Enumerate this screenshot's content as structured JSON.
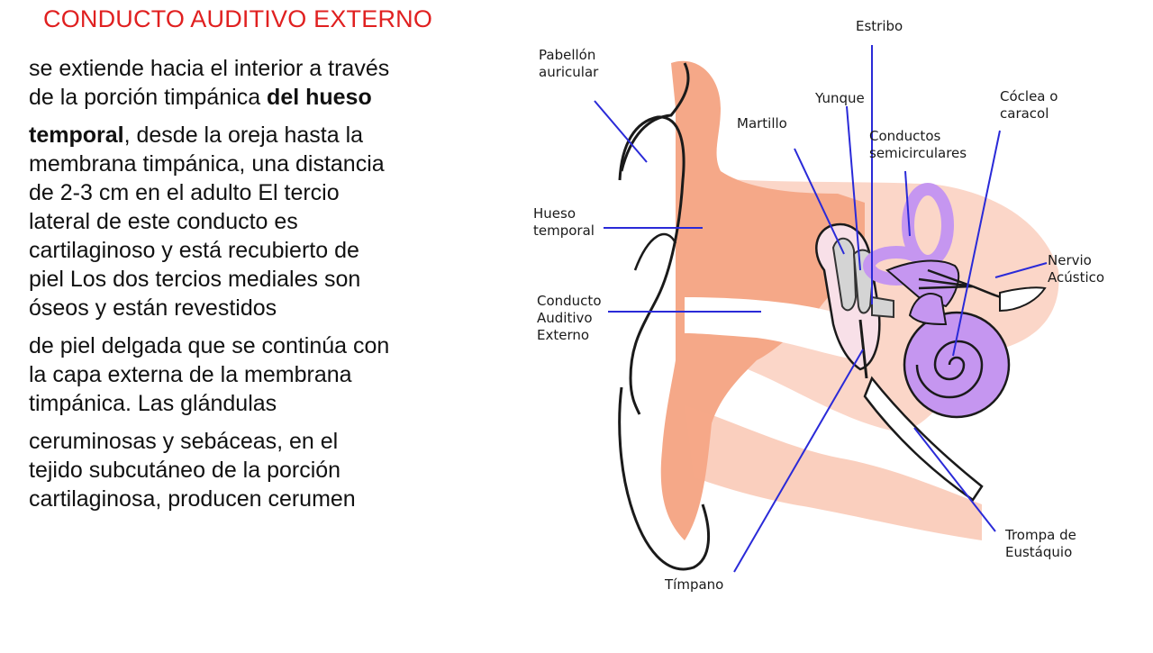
{
  "title": "CONDUCTO AUDITIVO EXTERNO",
  "paragraphs": {
    "p1": {
      "line1": "se extiende hacia el interior a través",
      "line2_pre": "de la porción timpánica ",
      "line2_bold": "del hueso"
    },
    "p2": {
      "line1_bold": "temporal",
      "line1_post": ", desde la oreja hasta la",
      "line2": "membrana timpánica, una distancia",
      "line3": "de 2-3 cm en el adulto  El tercio",
      "line4": "lateral de este conducto es",
      "line5": "cartilaginoso y está recubierto de",
      "line6": "piel  Los dos tercios mediales son",
      "line7": "óseos y están revestidos"
    },
    "p3": {
      "line1": "de piel delgada que se continúa con",
      "line2": "la capa externa de la membrana",
      "line3": "timpánica. Las glándulas"
    },
    "p4": {
      "line1": "ceruminosas y sebáceas, en el",
      "line2": "tejido subcutáneo de la porción",
      "line3": "cartilaginosa, producen cerumen"
    }
  },
  "diagram": {
    "labels": {
      "pabellon": [
        "Pabellón",
        "auricular"
      ],
      "hueso": [
        "Hueso",
        "temporal"
      ],
      "conducto": [
        "Conducto",
        "Auditivo",
        "Externo"
      ],
      "martillo": "Martillo",
      "yunque": "Yunque",
      "estribo": "Estribo",
      "semicirculares": [
        "Conductos",
        "semicirculares"
      ],
      "coclea": [
        "Cóclea o",
        "caracol"
      ],
      "nervio": [
        "Nervio",
        "Acústico"
      ],
      "trompa": [
        "Trompa de",
        "Eustáquio"
      ],
      "timpano": "Tímpano"
    },
    "colors": {
      "skin": "#f5a888",
      "bone": "#fbd6c8",
      "inner_ear": "#c596f0",
      "ossicles": "#d4d4d4",
      "pointer": "#2a2ad8"
    }
  }
}
